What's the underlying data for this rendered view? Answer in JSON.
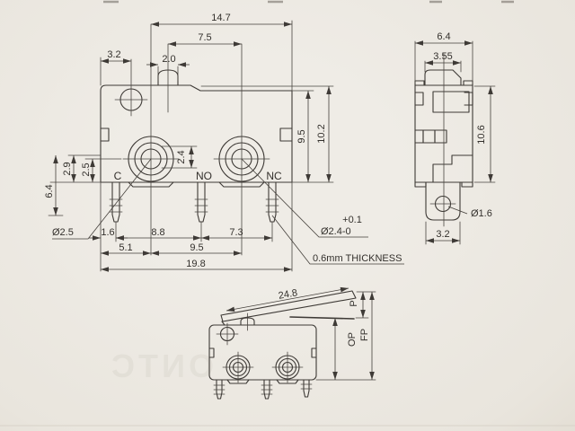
{
  "front_view": {
    "dims": {
      "d14_7": "14.7",
      "d7_5": "7.5",
      "d3_2": "3.2",
      "d2_0": "2.0",
      "d9_5": "9.5",
      "d10_2": "10.2",
      "d2_4": "2.4",
      "d2_9": "2.9",
      "d2_5": "2.5",
      "d6_4": "6.4",
      "d1_6": "1.6",
      "d8_8": "8.8",
      "d7_3": "7.3",
      "d5_1": "5.1",
      "d9_5b": "9.5",
      "d19_8": "19.8"
    },
    "terminals": {
      "c": "C",
      "no": "NO",
      "nc": "NC"
    },
    "callouts": {
      "pin_dia": "Ø2.5",
      "tol": "+0.1",
      "hole": "Ø2.4-0",
      "thickness": "0.6mm THICKNESS"
    }
  },
  "side_view": {
    "dims": {
      "width": "6.4",
      "plunger": "3.55",
      "height": "10.6",
      "hole": "Ø1.6",
      "tab": "3.2"
    }
  },
  "lever_view": {
    "dims": {
      "lever": "24.8",
      "p": "P",
      "op": "OP",
      "fp": "FP"
    }
  },
  "ghost": {
    "text": "ONTC"
  },
  "colors": {
    "paper": "#ece9e2",
    "ink": "#3e3a36"
  }
}
